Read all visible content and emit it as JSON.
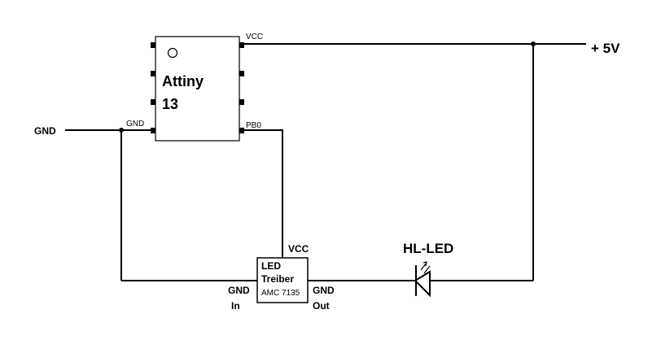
{
  "chip": {
    "name_line1": "Attiny",
    "name_line2": "13",
    "pin_vcc": "VCC",
    "pin_gnd": "GND",
    "pin_pb0": "PB0"
  },
  "supply": {
    "gnd_label": "GND",
    "plus5v_label": "+ 5V"
  },
  "driver": {
    "line1": "LED",
    "line2": "Treiber",
    "line3": "AMC 7135",
    "vcc_label": "VCC",
    "gnd_in_line1": "GND",
    "gnd_in_line2": "In",
    "gnd_out_line1": "GND",
    "gnd_out_line2": "Out"
  },
  "led": {
    "label": "HL-LED"
  },
  "colors": {
    "wire": "#000000",
    "background": "#ffffff"
  }
}
